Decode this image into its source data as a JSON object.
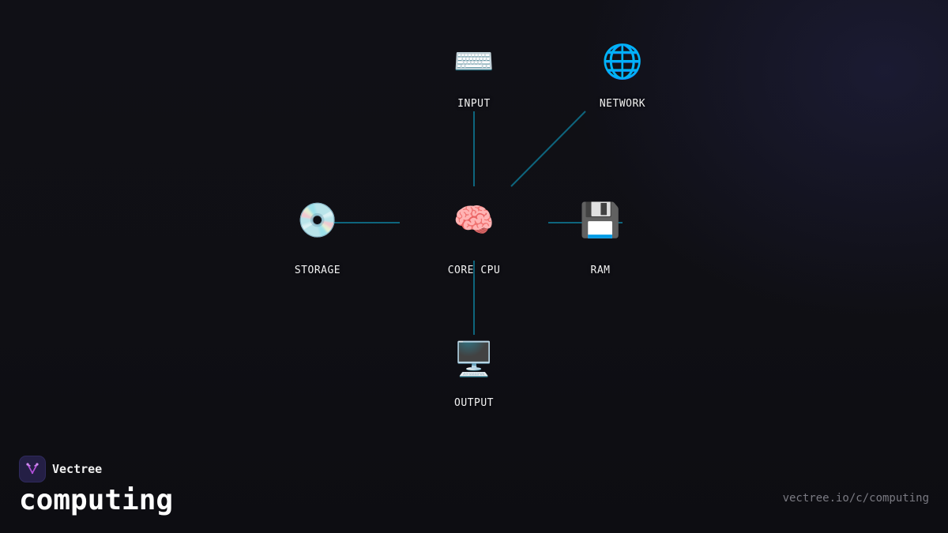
{
  "diagram": {
    "nodes": {
      "input": {
        "label": "INPUT",
        "icon": "keyboard-icon",
        "glyph": "⌨️"
      },
      "network": {
        "label": "NETWORK",
        "icon": "globe-icon",
        "glyph": "🌐"
      },
      "storage": {
        "label": "STORAGE",
        "icon": "disc-icon",
        "glyph": "💿"
      },
      "core_cpu": {
        "label": "CORE CPU",
        "icon": "brain-icon",
        "glyph": "🧠"
      },
      "ram": {
        "label": "RAM",
        "icon": "floppy-disk-icon",
        "glyph": "💾"
      },
      "output": {
        "label": "OUTPUT",
        "icon": "desktop-computer-icon",
        "glyph": "🖥️"
      }
    },
    "edges": [
      {
        "from": "input",
        "to": "core_cpu"
      },
      {
        "from": "network",
        "to": "core_cpu"
      },
      {
        "from": "storage",
        "to": "core_cpu"
      },
      {
        "from": "core_cpu",
        "to": "ram"
      },
      {
        "from": "core_cpu",
        "to": "output"
      }
    ],
    "link_color": "#0e7490"
  },
  "brand": {
    "name": "Vectree",
    "logo_icon": "vectree-logo-icon",
    "logo_color": "#241f45",
    "logo_accent": "#b14fd8"
  },
  "category": "computing",
  "url": "vectree.io/c/computing",
  "colors": {
    "background": "#0f0f14",
    "text": "#ffffff",
    "muted_text": "#7a7a82"
  }
}
